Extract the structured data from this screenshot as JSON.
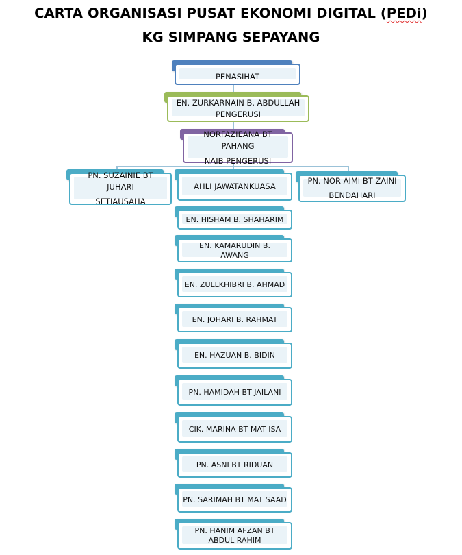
{
  "title": {
    "line1_prefix": "CARTA ORGANISASI PUSAT EKONOMI DIGITAL (",
    "line1_flagged": "PEDi",
    "line1_suffix": ")",
    "line2": "KG SIMPANG SEPAYANG"
  },
  "colors": {
    "advisor": "#4f81bd",
    "chairman": "#9bbb59",
    "vice_chairman": "#8064a2",
    "member": "#4bacc6",
    "connector": "#9bc2d8"
  },
  "advisor": {
    "line1": "",
    "line2": "PENASIHAT"
  },
  "chairman": {
    "name": "EN. ZURKARNAIN B. ABDULLAH",
    "role": "PENGERUSI"
  },
  "vice_chairman": {
    "name": "NORFAZIEANA BT PAHANG",
    "role": "NAIB PENGERUSI"
  },
  "secretary": {
    "name": "PN. SUZAINIE BT JUHARI",
    "role": "SETIAUSAHA"
  },
  "committee": {
    "label": "AHLI JAWATANKUASA"
  },
  "treasurer": {
    "name": "PN. NOR AIMI BT ZAINI",
    "role": "BENDAHARI"
  },
  "members": [
    {
      "line1": "EN. HISHAM B. SHAHARIM",
      "line2": ""
    },
    {
      "line1": "EN. KAMARUDIN B.",
      "line2": "AWANG"
    },
    {
      "line1": "EN. ZULLKHIBRI B. AHMAD",
      "line2": ""
    },
    {
      "line1": "EN. JOHARI B. RAHMAT",
      "line2": ""
    },
    {
      "line1": "EN. HAZUAN B. BIDIN",
      "line2": ""
    },
    {
      "line1": "PN. HAMIDAH BT JAILANI",
      "line2": ""
    },
    {
      "line1": "CIK. MARINA BT MAT ISA",
      "line2": ""
    },
    {
      "line1": "PN. ASNI BT RIDUAN",
      "line2": ""
    },
    {
      "line1": "PN. SARIMAH BT MAT SAAD",
      "line2": ""
    },
    {
      "line1": "PN. HANIM AFZAN BT",
      "line2": "ABDUL RAHIM"
    }
  ]
}
